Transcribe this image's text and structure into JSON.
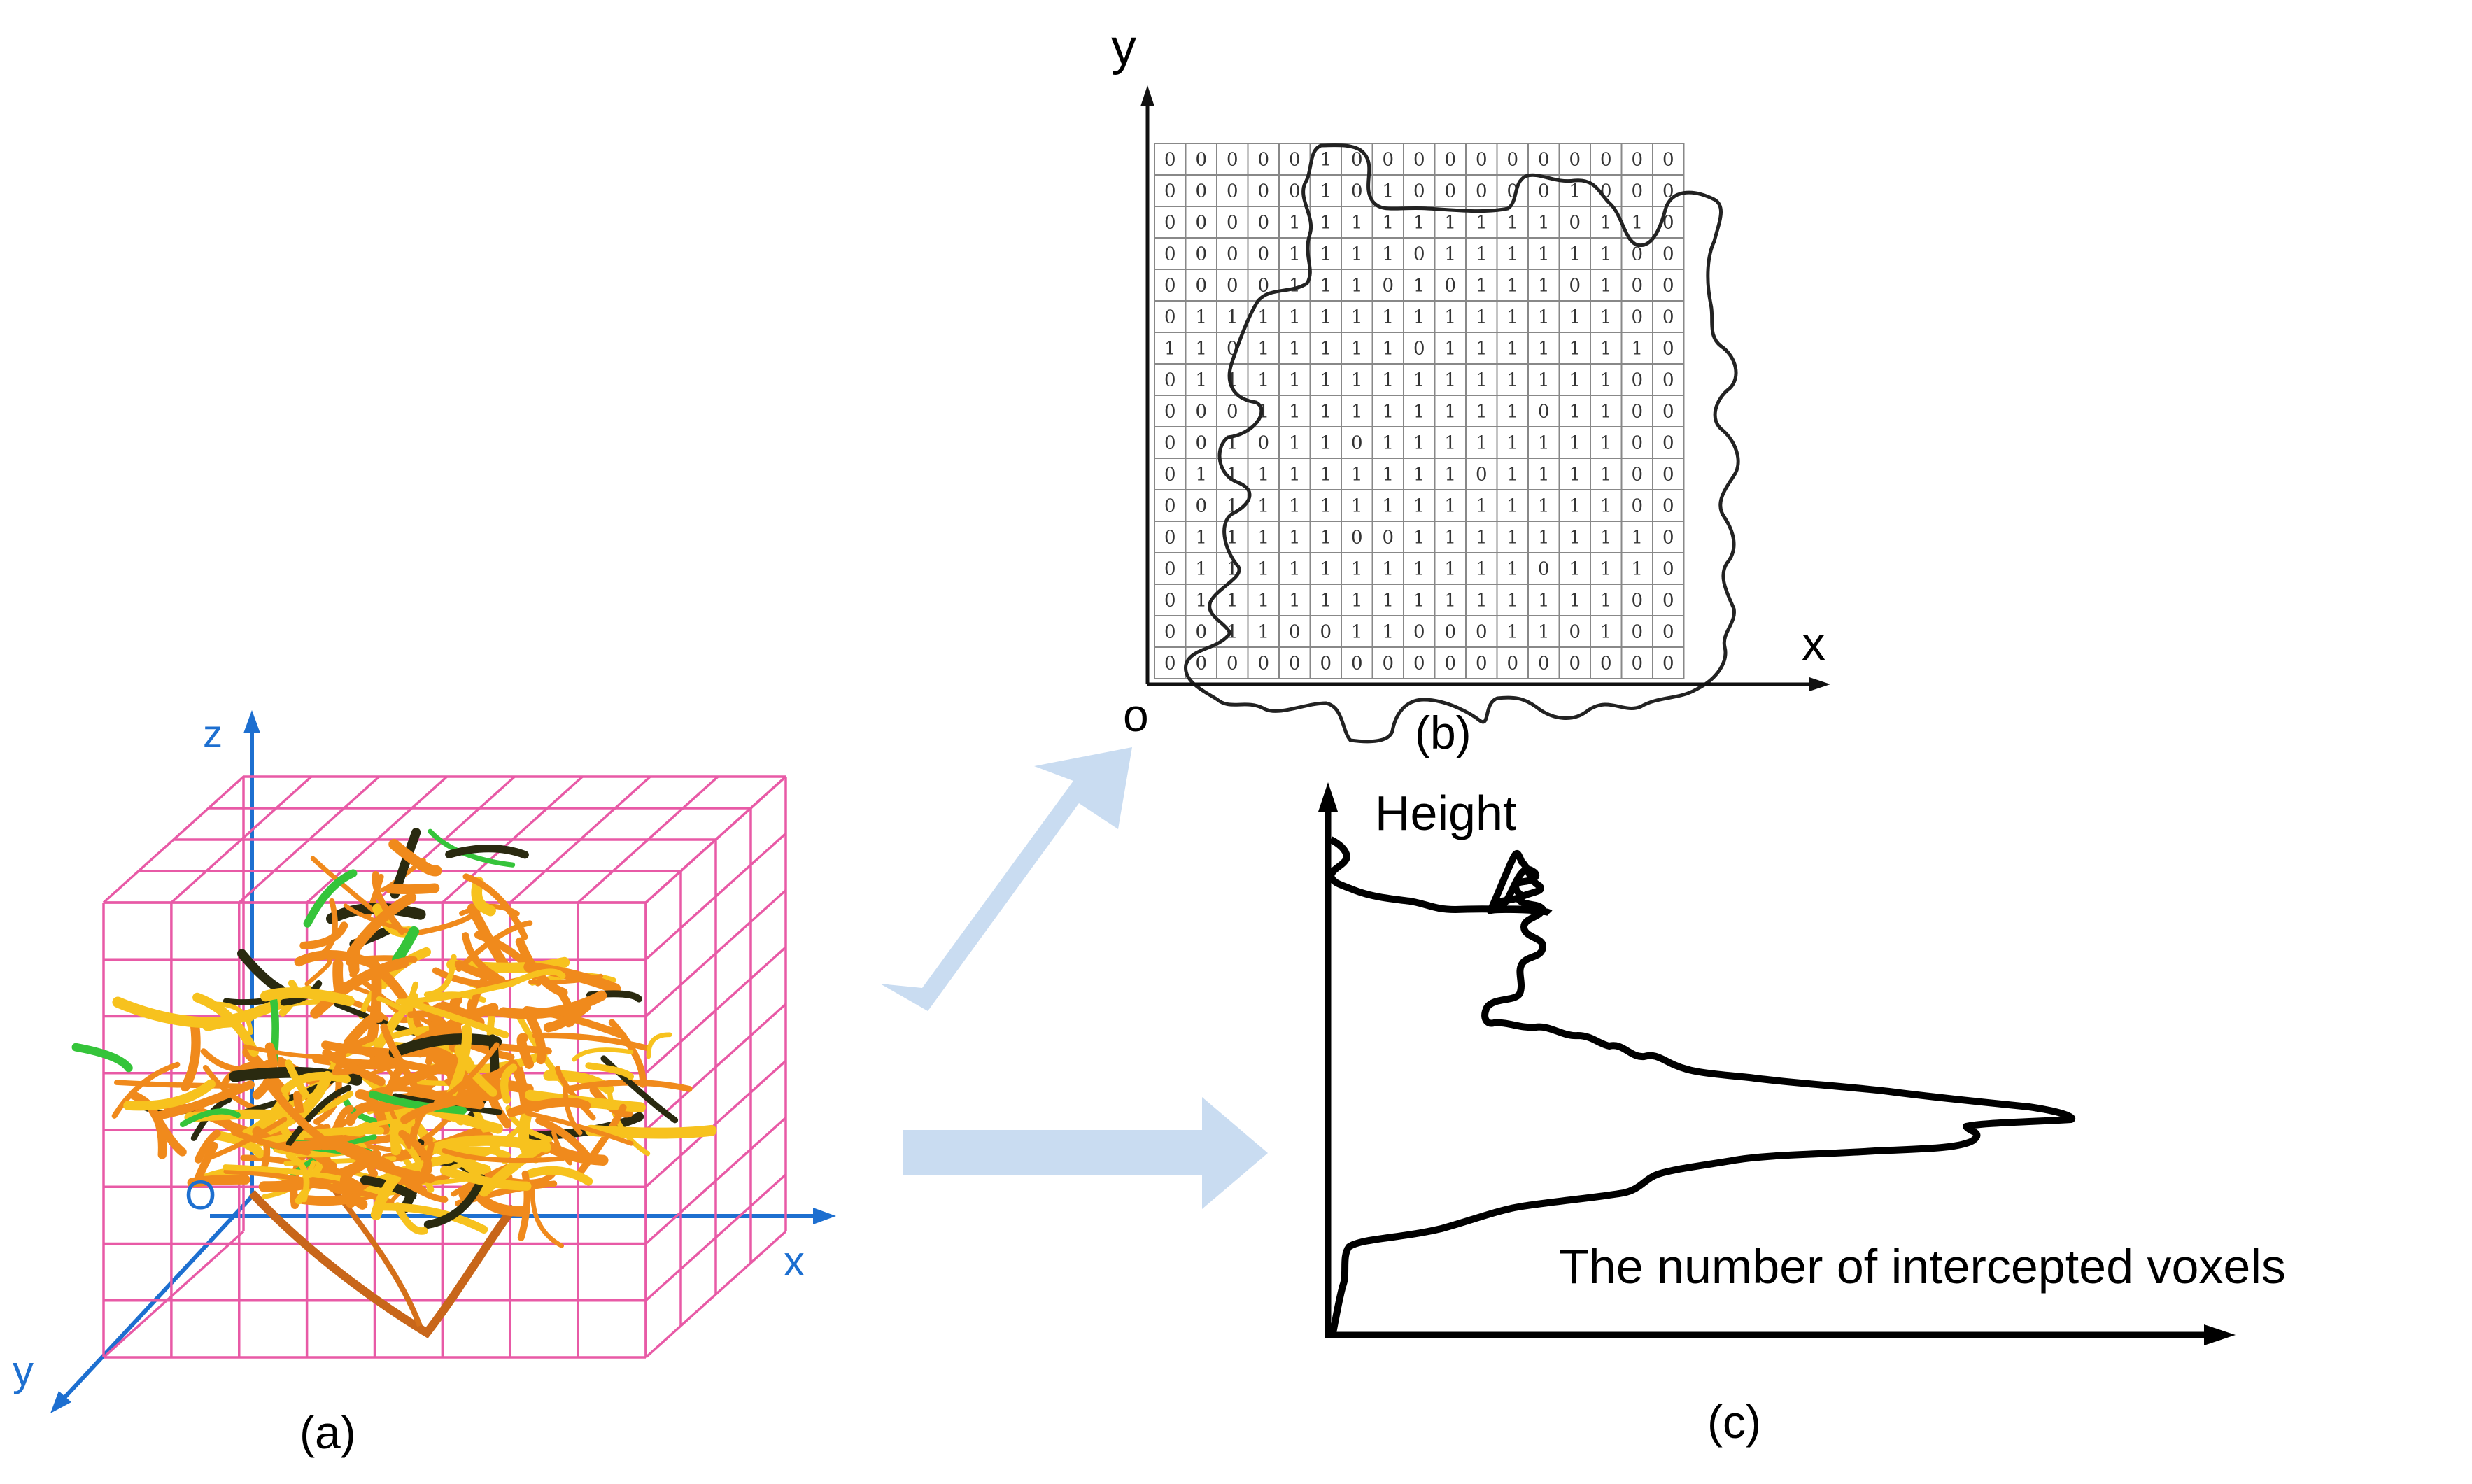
{
  "panel_a": {
    "caption": "(a)",
    "axes": {
      "x": "x",
      "y": "y",
      "z": "z",
      "origin": "O"
    },
    "colors": {
      "grid": "#e85aa6",
      "axes": "#1d6fd0",
      "plant": "#f08a1c",
      "plant_highlight": "#f7c21e",
      "plant_shadow": "#2a2a10",
      "plant_leaf": "#35c43a"
    }
  },
  "panel_b": {
    "caption": "(b)",
    "axes": {
      "x": "x",
      "y": "y",
      "origin": "o"
    },
    "grid": [
      "00000100000000000",
      "00000101000001000",
      "00001111111110110",
      "00001111011111100",
      "00001110101110100",
      "01111111111111100",
      "11011111011111110",
      "01111111111111100",
      "00011111111101100",
      "00101101111111100",
      "01111111110111100",
      "00111111111111100",
      "01111100111111110",
      "01111111111101110",
      "01111111111111100",
      "00110011000110100",
      "00000000000000000"
    ]
  },
  "panel_c": {
    "caption": "(c)",
    "y_label": "Height",
    "x_label": "The number of intercepted voxels"
  },
  "arrows": {
    "color": "#c9dcf1"
  }
}
